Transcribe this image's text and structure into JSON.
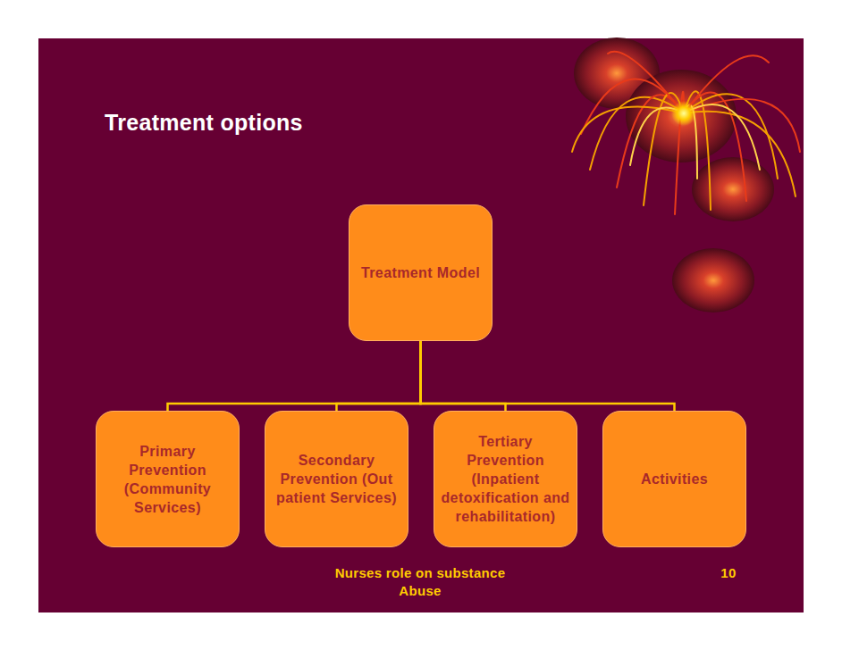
{
  "diagram": {
    "title": "Treatment options",
    "nodes": [
      {
        "text": [
          "Treatment Model"
        ]
      },
      {
        "text": [
          "Primary Prevention (Community Services)"
        ]
      },
      {
        "text": [
          "Secondary Prevention (Out patient Services)"
        ]
      },
      {
        "text": [
          "Tertiary Prevention (Inpatient detoxification and rehabilitation)"
        ]
      },
      {
        "text": [
          "Activities"
        ]
      }
    ],
    "edges": [
      {
        "from": 0,
        "to": 1,
        "arrow": "none"
      },
      {
        "from": 0,
        "to": 2,
        "arrow": "none"
      },
      {
        "from": 0,
        "to": 3,
        "arrow": "none"
      },
      {
        "from": 0,
        "to": 4,
        "arrow": "none"
      }
    ],
    "labels": [
      "Nurses role on substance Abuse",
      "10"
    ]
  }
}
